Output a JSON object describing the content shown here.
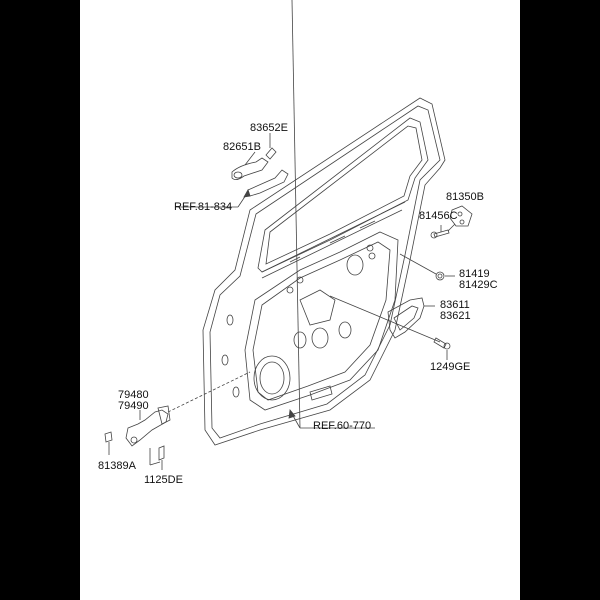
{
  "diagram": {
    "type": "exploded-parts-diagram",
    "subject": "rear door panel assembly",
    "background": "#ffffff",
    "border_color": "#000000",
    "line_color": "#333333"
  },
  "labels": {
    "p83652E": "83652E",
    "p82651B": "82651B",
    "ref81834": "REF.81-834",
    "p81350B": "81350B",
    "p81456C": "81456C",
    "p81419": "81419",
    "p81429C": "81429C",
    "p83611": "83611",
    "p83621": "83621",
    "p1249GE": "1249GE",
    "p79480": "79480",
    "p79490": "79490",
    "p81389A": "81389A",
    "p1125DE": "1125DE",
    "ref60770": "REF.60-770"
  }
}
